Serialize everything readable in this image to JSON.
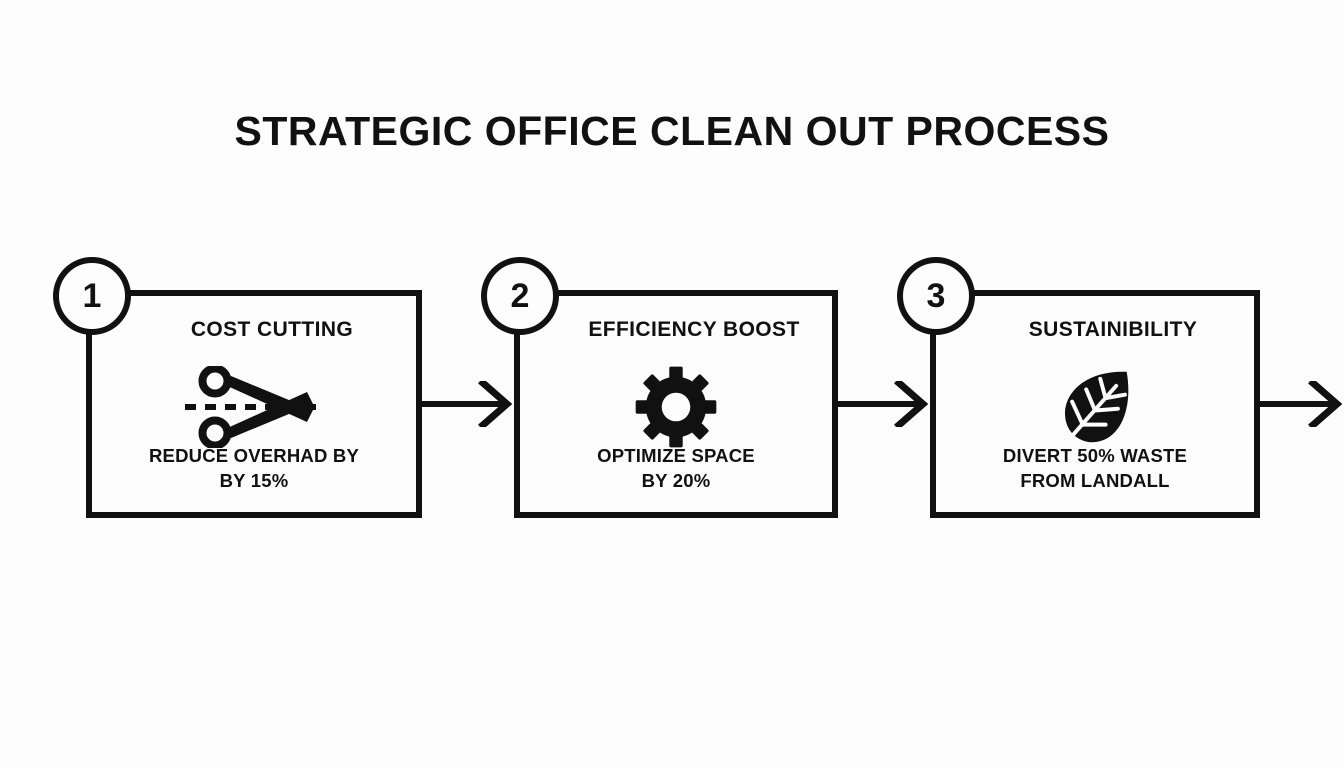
{
  "page": {
    "title": "STRATEGIC OFFICE CLEAN OUT PROCESS",
    "background_color": "#fdfdfd",
    "ink_color": "#111111"
  },
  "steps": [
    {
      "number": "1",
      "heading": "COST CUTTING",
      "icon": "scissors-icon",
      "caption_line1": "REDUCE OVERHAD BY",
      "caption_line2": "BY 15%"
    },
    {
      "number": "2",
      "heading": "EFFICIENCY BOOST",
      "icon": "gear-icon",
      "caption_line1": "OPTIMIZE SPACE",
      "caption_line2": "BY 20%"
    },
    {
      "number": "3",
      "heading": "SUSTAINIBILITY",
      "icon": "leaf-icon",
      "caption_line1": "DIVERT 50% WASTE",
      "caption_line2": "FROM LANDALL"
    }
  ],
  "connectors": [
    {
      "name": "arrow-step1-to-step2"
    },
    {
      "name": "arrow-step2-to-step3"
    },
    {
      "name": "arrow-step3-outward"
    }
  ]
}
